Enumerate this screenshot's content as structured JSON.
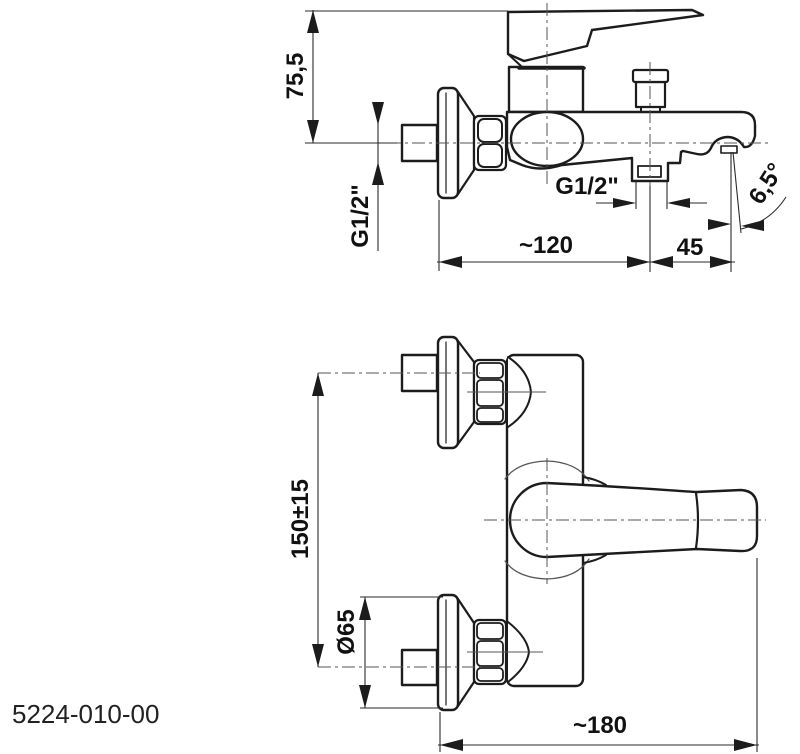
{
  "part_number": "5224-010-00",
  "colors": {
    "line": "#1c1c1c",
    "thin_line": "#2a2a2a",
    "centerline": "#555555",
    "text": "#111111",
    "background": "#ffffff"
  },
  "side_view": {
    "height_to_handle": "75,5",
    "wall_connection_thread": "G1/2\"",
    "shower_outlet_thread": "G1/2\"",
    "wall_to_outlet_width": "~120",
    "outlet_to_spout_tip": "45",
    "spout_angle": "6,5°"
  },
  "front_view": {
    "connection_spacing": "150±15",
    "escutcheon_diameter": "Ø65",
    "overall_width": "~180"
  }
}
